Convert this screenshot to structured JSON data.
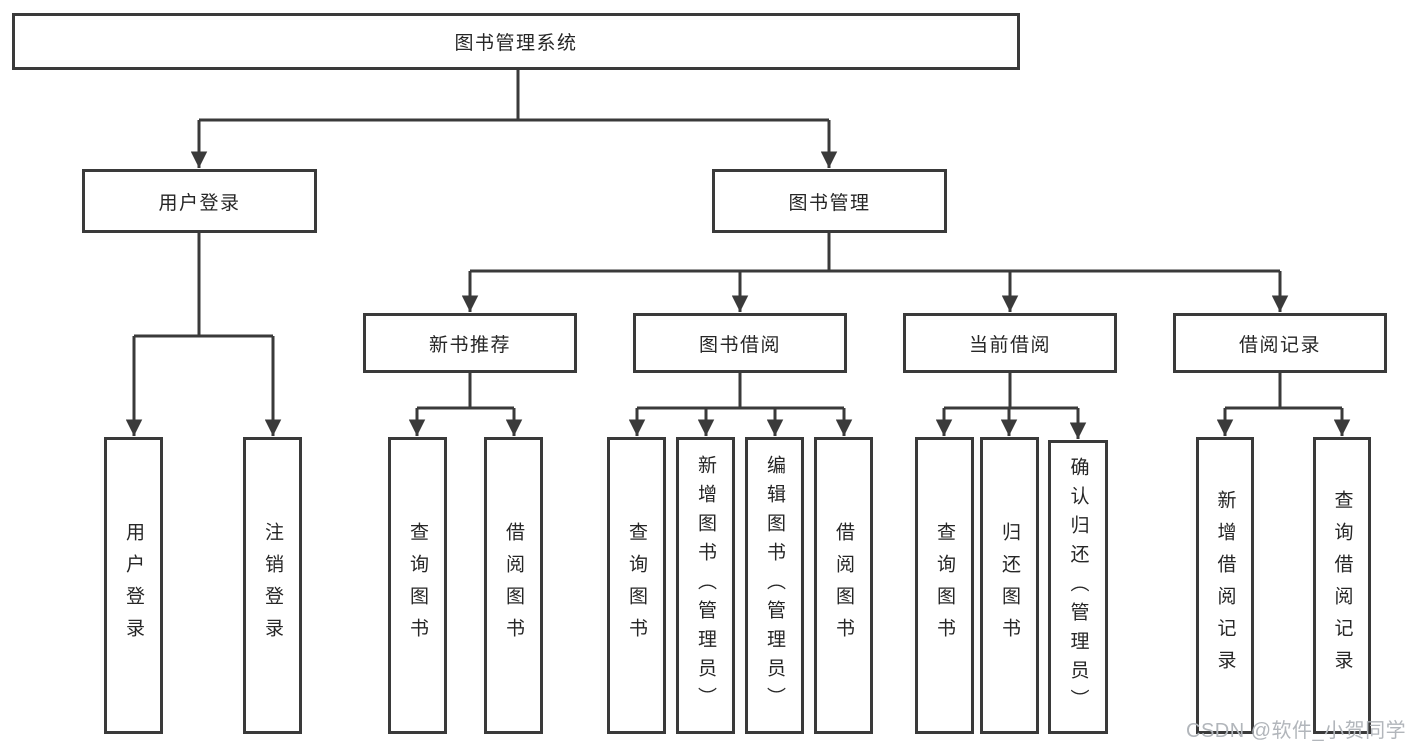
{
  "tree": {
    "label": "图书管理系统",
    "children": [
      {
        "label": "用户登录",
        "children": [
          {
            "label": "用户登录"
          },
          {
            "label": "注销登录"
          }
        ]
      },
      {
        "label": "图书管理",
        "children": [
          {
            "label": "新书推荐",
            "children": [
              {
                "label": "查询图书"
              },
              {
                "label": "借阅图书"
              }
            ]
          },
          {
            "label": "图书借阅",
            "children": [
              {
                "label": "查询图书"
              },
              {
                "label": "新增图书（管理员）"
              },
              {
                "label": "编辑图书（管理员）"
              },
              {
                "label": "借阅图书"
              }
            ]
          },
          {
            "label": "当前借阅",
            "children": [
              {
                "label": "查询图书"
              },
              {
                "label": "归还图书"
              },
              {
                "label": "确认归还（管理员）"
              }
            ]
          },
          {
            "label": "借阅记录",
            "children": [
              {
                "label": "新增借阅记录"
              },
              {
                "label": "查询借阅记录"
              }
            ]
          }
        ]
      }
    ]
  },
  "colors": {
    "line": "#3a3a3a",
    "text": "#262626",
    "watermark": "#b2b6bb"
  },
  "watermark": {
    "text": "CSDN @软件_小贺同学"
  }
}
